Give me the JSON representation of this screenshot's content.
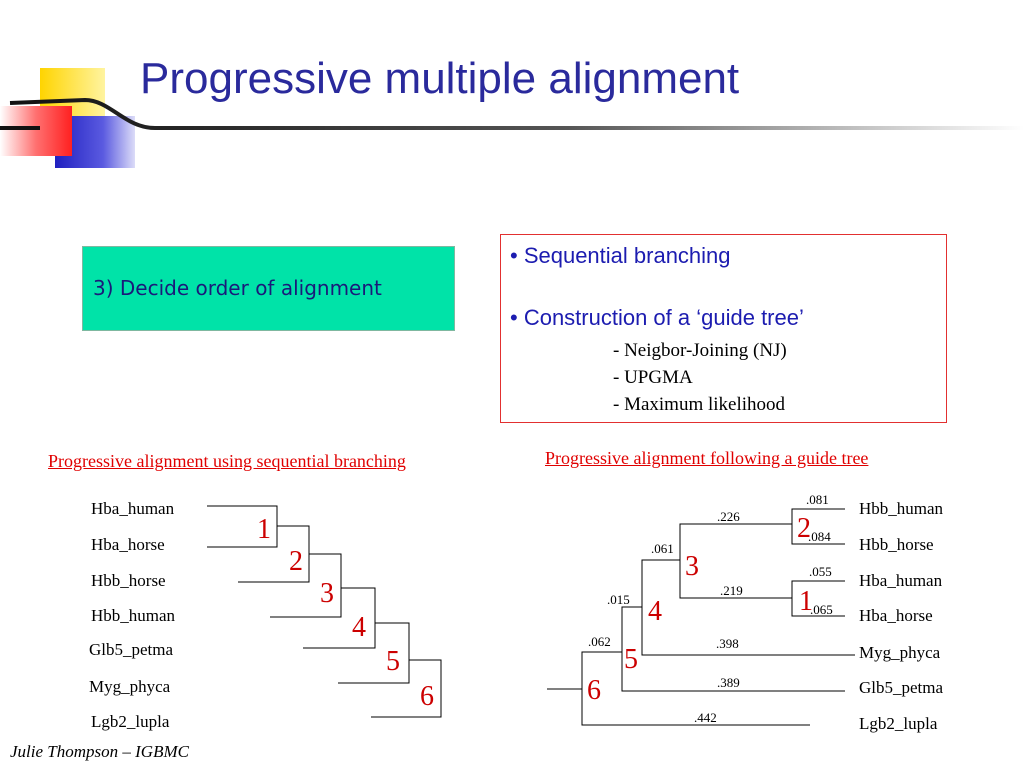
{
  "slide": {
    "title": "Progressive multiple alignment",
    "step_label": "3) Decide order of alignment",
    "footer": "Julie Thompson – IGBMC"
  },
  "info_box": {
    "bullet1": "• Sequential branching",
    "bullet2": "• Construction of a ‘guide tree’",
    "methods": [
      "- Neigbor-Joining (NJ)",
      "- UPGMA",
      "- Maximum likelihood"
    ]
  },
  "left_diagram": {
    "caption": "Progressive alignment using sequential branching",
    "leaves": [
      "Hba_human",
      "Hba_horse",
      "Hbb_horse",
      "Hbb_human",
      "Glb5_petma",
      "Myg_phyca",
      "Lgb2_lupla"
    ],
    "steps": [
      "1",
      "2",
      "3",
      "4",
      "5",
      "6"
    ]
  },
  "right_diagram": {
    "caption": "Progressive alignment following a guide tree",
    "leaves": [
      "Hbb_human",
      "Hbb_horse",
      "Hba_human",
      "Hba_horse",
      "Myg_phyca",
      "Glb5_petma",
      "Lgb2_lupla"
    ],
    "steps": [
      "2",
      "1",
      "3",
      "4",
      "5",
      "6"
    ],
    "branch_lengths": [
      ".081",
      ".084",
      ".055",
      ".065",
      ".226",
      ".219",
      ".061",
      ".015",
      ".398",
      ".062",
      ".389",
      ".442"
    ]
  },
  "colors": {
    "title": "#2a2a9c",
    "step_box": "#00e3a8",
    "bullet_text": "#1c1cb0",
    "caption_red": "#e00000",
    "step_number_red": "#cc0000"
  }
}
